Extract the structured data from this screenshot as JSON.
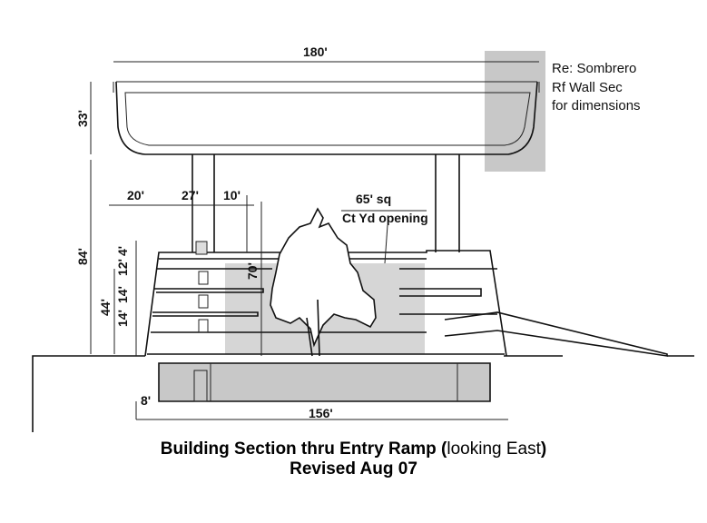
{
  "diagram": {
    "dimensions": {
      "total_width_top": "180'",
      "roof_height": "33'",
      "total_height": "84'",
      "lower_height": "44'",
      "seg_20": "20'",
      "seg_27": "27'",
      "seg_10": "10'",
      "courtyard_size": "65' sq",
      "courtyard_label": "Ct Yd opening",
      "floor_4": "4'",
      "floor_12": "12'",
      "floor_14a": "14'",
      "floor_14b": "14'",
      "height_70": "70'",
      "basement_8": "8'",
      "base_width": "156'"
    },
    "note_lines": [
      "Re: Sombrero",
      "Rf Wall Sec",
      "for dimensions"
    ],
    "title_line1_bold_a": "Building Section thru Entry Ramp (",
    "title_line1_normal": "looking East",
    "title_line1_bold_b": ")",
    "title_line2": "Revised Aug 07"
  }
}
